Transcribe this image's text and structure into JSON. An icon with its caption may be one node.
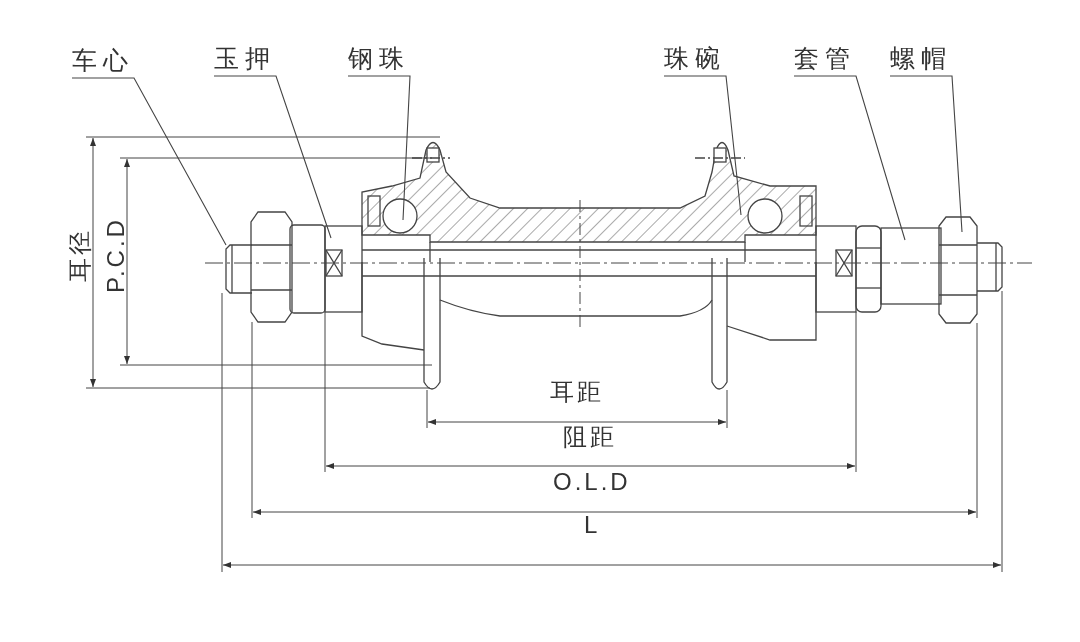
{
  "diagram": {
    "nodes": [
      {
        "text": [
          "车心"
        ]
      },
      {
        "text": [
          "玉押"
        ]
      },
      {
        "text": [
          "钢珠"
        ]
      },
      {
        "text": [
          "珠碗"
        ]
      },
      {
        "text": [
          "套管"
        ]
      },
      {
        "text": [
          "螺帽"
        ]
      }
    ],
    "edges": [
      {
        "from": 0,
        "to": null,
        "arrow": "none"
      },
      {
        "from": 1,
        "to": null,
        "arrow": "none"
      },
      {
        "from": 2,
        "to": null,
        "arrow": "none"
      },
      {
        "from": 3,
        "to": null,
        "arrow": "none"
      },
      {
        "from": 4,
        "to": null,
        "arrow": "none"
      },
      {
        "from": 5,
        "to": null,
        "arrow": "none"
      }
    ],
    "labels": [
      "耳径",
      "P.C.D",
      "耳距",
      "阻距",
      "O.L.D",
      "L"
    ]
  }
}
